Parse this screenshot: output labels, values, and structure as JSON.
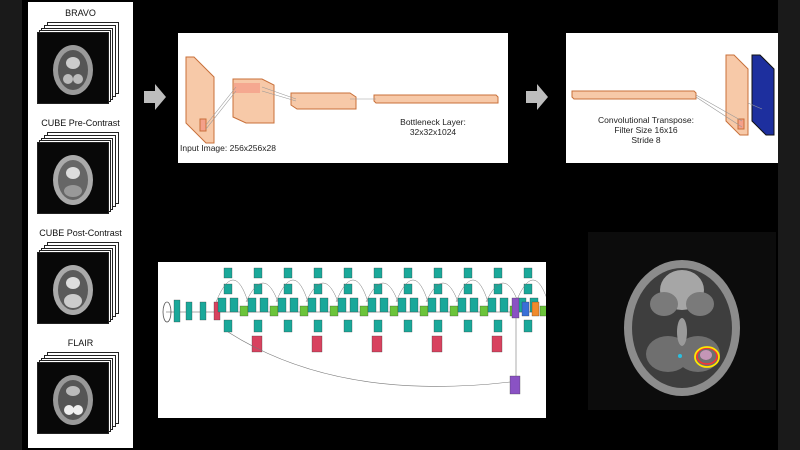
{
  "sequences": [
    {
      "label": "BRAVO"
    },
    {
      "label": "CUBE Pre-Contrast"
    },
    {
      "label": "CUBE Post-Contrast"
    },
    {
      "label": "FLAIR"
    }
  ],
  "encoder": {
    "input_label": "Input Image: 256x256x28",
    "bottleneck_label": "Bottleneck Layer:",
    "bottleneck_size": "32x32x1024"
  },
  "decoder": {
    "transpose_label": "Convolutional Transpose:",
    "filter_size": "Filter Size 16x16",
    "stride": "Stride 8"
  },
  "colors": {
    "block_fill": "#f7c9a8",
    "block_stroke": "#c8703a",
    "output_blue": "#1d2f9e",
    "teal": "#1aa89a",
    "green": "#6bc43a",
    "red": "#d8425f",
    "purple": "#8a52c4",
    "orange": "#f08a2c",
    "arrow": "#bdbdbd"
  }
}
